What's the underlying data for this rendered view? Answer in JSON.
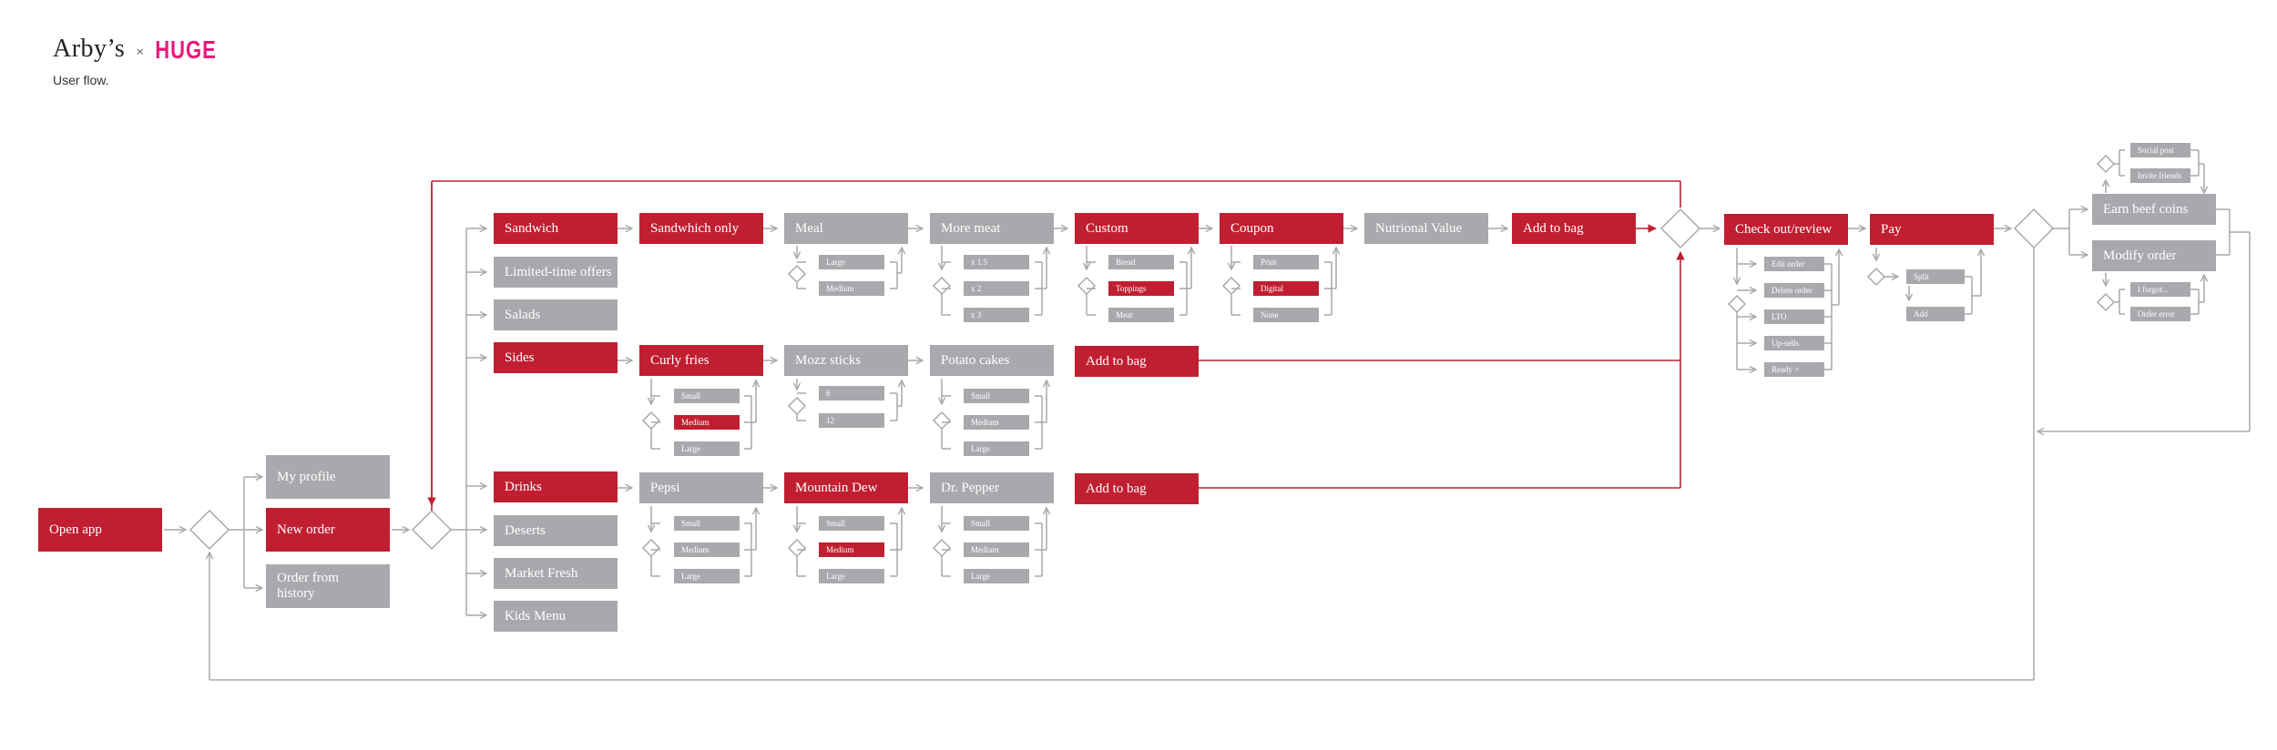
{
  "header": {
    "brand": "Arby’s",
    "times": "×",
    "partner": "HUGE",
    "subtitle": "User flow."
  },
  "colors": {
    "red": "#c01f31",
    "grey": "#a7a9ac",
    "line": "#a7a9ac",
    "brand_pink": "#e8197d"
  },
  "nodes": {
    "open_app": "Open app",
    "my_profile": "My profile",
    "new_order": "New order",
    "order_history": "Order from history",
    "sandwich": "Sandwich",
    "limited": "Limited-time offers",
    "salads": "Salads",
    "sides": "Sides",
    "drinks": "Drinks",
    "deserts": "Deserts",
    "market_fresh": "Market Fresh",
    "kids_menu": "Kids Menu",
    "sandwich_only": "Sandwhich only",
    "meal": "Meal",
    "more_meat": "More meat",
    "custom": "Custom",
    "coupon": "Coupon",
    "nutrional": "Nutrional Value",
    "add_to_bag": "Add to bag",
    "curly_fries": "Curly fries",
    "mozz_sticks": "Mozz sticks",
    "potato_cakes": "Potato cakes",
    "pepsi": "Pepsi",
    "mountain_dew": "Mountain Dew",
    "dr_pepper": "Dr. Pepper",
    "checkout": "Check out/review",
    "pay": "Pay",
    "earn_coins": "Earn beef coins",
    "modify_order": "Modify order"
  },
  "options": {
    "meal": [
      "Large",
      "Medium"
    ],
    "more_meat": [
      "x 1.5",
      "x 2",
      "x 3"
    ],
    "custom": [
      "Bread",
      "Toppings",
      "Meat"
    ],
    "coupon": [
      "Print",
      "Digital",
      "None"
    ],
    "sizes": [
      "Small",
      "Medium",
      "Large"
    ],
    "mozz": [
      "6",
      "12"
    ],
    "checkout": [
      "Edit order",
      "Delete order",
      "LTO",
      "Up-sells",
      "Ready >"
    ],
    "pay": [
      "Split",
      "Add"
    ],
    "earn": [
      "Social post",
      "Invite friends"
    ],
    "modify": [
      "I forgot...",
      "Order error"
    ]
  }
}
